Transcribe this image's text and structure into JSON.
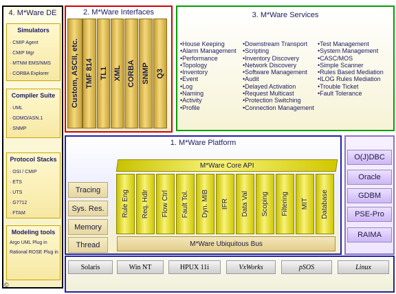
{
  "de": {
    "title": "4. M*Ware DE",
    "simulators": {
      "title": "Simulators",
      "items": [
        "· CMIP Agent",
        "· CMIP Mgr",
        "· MTNM EMS/NMS",
        "· CORBA Explorer"
      ]
    },
    "compiler": {
      "title": "Compiler Suite",
      "items": [
        "· UML",
        "· GDMO/ASN.1",
        "· SNMP"
      ]
    },
    "protocol": {
      "title": "Protocol Stacks",
      "items": [
        "· OSI / CMIP",
        "· ETS",
        "· UTS",
        "· G7712",
        "· FTAM"
      ]
    },
    "modeling": {
      "title": "Modeling tools",
      "items": [
        "Argo UML Plug in",
        "Rational ROSE Plug in"
      ]
    }
  },
  "interfaces": {
    "title": "2. M*Ware Interfaces",
    "items": [
      "Custom, ASCII, etc.",
      "TMF 814",
      "TL1",
      "XML",
      "CORBA",
      "SNMP",
      "Q3"
    ]
  },
  "services": {
    "title": "3. M*Ware Services",
    "col1": [
      "•House Keeping",
      "•Alarm Management",
      "•Performance",
      "•Topology",
      "•Inventory",
      "•Event",
      "•Log",
      "•Naming",
      "•Activity",
      "•Profile"
    ],
    "col2": [
      "•Downstream Transport",
      "•Scripting",
      "•Inventory Discovery",
      "•Network Discovery",
      "•Software Management",
      "•Audit",
      "•Delayed Activation",
      "•Request Multicast",
      "•Protection Switching",
      "•Connection Management"
    ],
    "col3": [
      "•Test Management",
      "•System Management",
      "•CASC/MOS",
      "•Simple Scanner",
      "•Rules Based Mediation",
      "•ILOG Rules Mediation",
      "•Trouble Ticket",
      "•Fault Tolerance"
    ]
  },
  "platform": {
    "title": "1. M*Ware Platform",
    "core_api": "M*Ware Core API",
    "bus": "M*Ware Ubiquitous Bus",
    "side": [
      "Tracing",
      "Sys. Res.",
      "Memory",
      "Thread"
    ],
    "columns": [
      "Rule Eng",
      "Req. Hdlr",
      "Flow Ctrl",
      "Fault Tol.",
      "Dyn. MIB",
      "IFR",
      "Data Val",
      "Scoping",
      "Filtering",
      "MIT",
      "Database"
    ]
  },
  "databases": [
    "O(J)DBC",
    "Oracle",
    "GDBM",
    "PSE-Pro",
    "RAIMA"
  ],
  "os": [
    {
      "label": "Solaris",
      "style": "normal"
    },
    {
      "label": "Win NT",
      "style": "normal"
    },
    {
      "label": "HPUX 11i",
      "style": "normal"
    },
    {
      "label": "VxWorks",
      "style": "italic"
    },
    {
      "label": "pSOS",
      "style": "italic"
    },
    {
      "label": "Linux",
      "style": "italic"
    }
  ],
  "copyright": "©"
}
